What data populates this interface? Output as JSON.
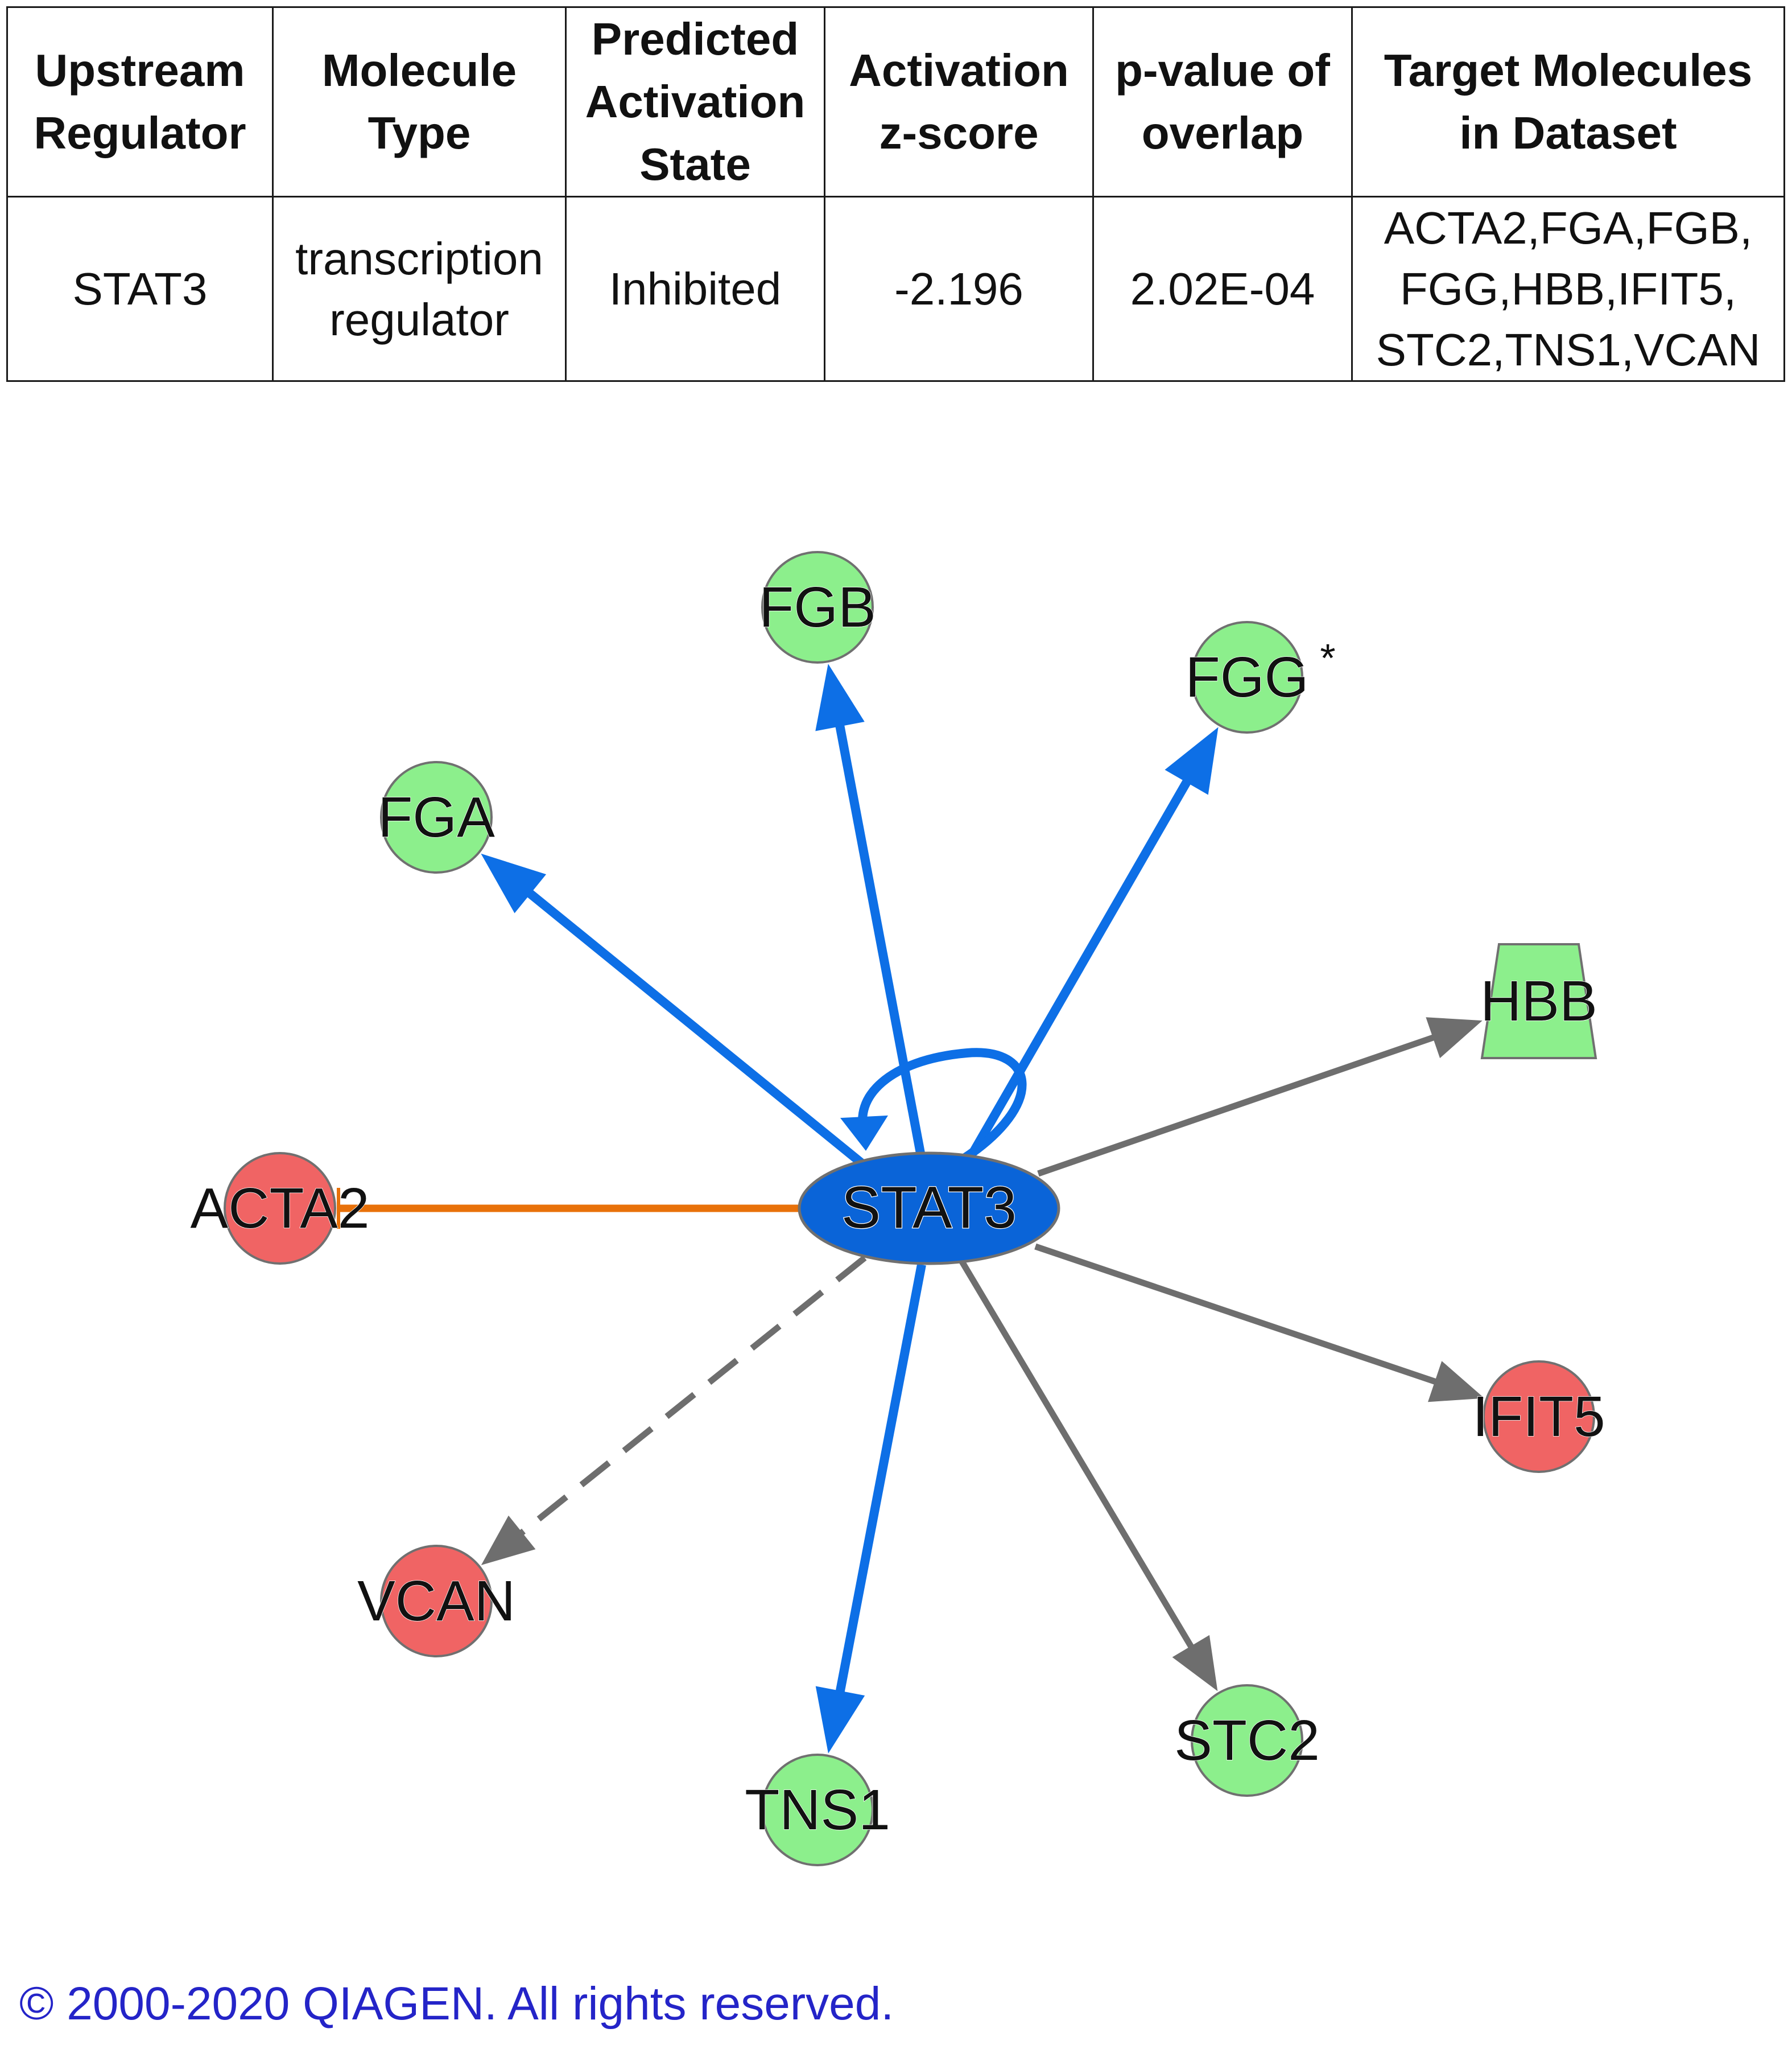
{
  "table": {
    "headers": [
      [
        "Upstream",
        "Regulator"
      ],
      [
        "Molecule",
        "Type"
      ],
      [
        "Predicted",
        "Activation",
        "State"
      ],
      [
        "Activation",
        "z-score"
      ],
      [
        "p-value of",
        "overlap"
      ],
      [
        "Target Molecules",
        "in Dataset"
      ]
    ],
    "rows": [
      {
        "upstream_regulator": [
          "STAT3"
        ],
        "molecule_type": [
          "transcription",
          "regulator"
        ],
        "predicted_activation_state": [
          "Inhibited"
        ],
        "activation_z_score": [
          "-2.196"
        ],
        "p_value_of_overlap": [
          "2.02E-04"
        ],
        "target_molecules": [
          "ACTA2,FGA,FGB,",
          "FGG,HBB,IFIT5,",
          "STC2,TNS1,VCAN"
        ]
      }
    ]
  },
  "network": {
    "center": {
      "id": "STAT3",
      "label": "STAT3",
      "shape": "ellipse",
      "color": "#0a64d8"
    },
    "nodes": [
      {
        "id": "FGB",
        "label": "FGB",
        "shape": "circle",
        "color": "#8cef8c"
      },
      {
        "id": "FGG",
        "label": "FGG",
        "suffix": "*",
        "shape": "circle",
        "color": "#8cef8c"
      },
      {
        "id": "FGA",
        "label": "FGA",
        "shape": "circle",
        "color": "#8cef8c"
      },
      {
        "id": "HBB",
        "label": "HBB",
        "shape": "trapezoid",
        "color": "#8cef8c"
      },
      {
        "id": "ACTA2",
        "label": "ACTA2",
        "shape": "circle",
        "color": "#f06464"
      },
      {
        "id": "IFIT5",
        "label": "IFIT5",
        "shape": "circle",
        "color": "#f06464"
      },
      {
        "id": "VCAN",
        "label": "VCAN",
        "shape": "circle",
        "color": "#f06464"
      },
      {
        "id": "STC2",
        "label": "STC2",
        "shape": "circle",
        "color": "#8cef8c"
      },
      {
        "id": "TNS1",
        "label": "TNS1",
        "shape": "circle",
        "color": "#8cef8c"
      }
    ],
    "edges": [
      {
        "source": "STAT3",
        "target": "FGB",
        "type": "activation",
        "color": "#0d6fe6"
      },
      {
        "source": "STAT3",
        "target": "FGG",
        "type": "activation",
        "color": "#0d6fe6"
      },
      {
        "source": "STAT3",
        "target": "FGA",
        "type": "activation",
        "color": "#0d6fe6"
      },
      {
        "source": "STAT3",
        "target": "TNS1",
        "type": "activation",
        "color": "#0d6fe6"
      },
      {
        "source": "STAT3",
        "target": "STAT3",
        "type": "self-activation",
        "color": "#0d6fe6"
      },
      {
        "source": "STAT3",
        "target": "ACTA2",
        "type": "inhibition",
        "color": "#e8710a"
      },
      {
        "source": "STAT3",
        "target": "HBB",
        "type": "regulation",
        "color": "#6e6e6e"
      },
      {
        "source": "STAT3",
        "target": "IFIT5",
        "type": "regulation",
        "color": "#6e6e6e"
      },
      {
        "source": "STAT3",
        "target": "STC2",
        "type": "regulation",
        "color": "#6e6e6e"
      },
      {
        "source": "STAT3",
        "target": "VCAN",
        "type": "regulation-indirect",
        "color": "#6e6e6e"
      }
    ]
  },
  "copyright": "© 2000-2020 QIAGEN. All rights reserved.",
  "colors": {
    "copyright_text": "#2424c8",
    "node_outline": "#707070",
    "label_text": "#111111"
  }
}
